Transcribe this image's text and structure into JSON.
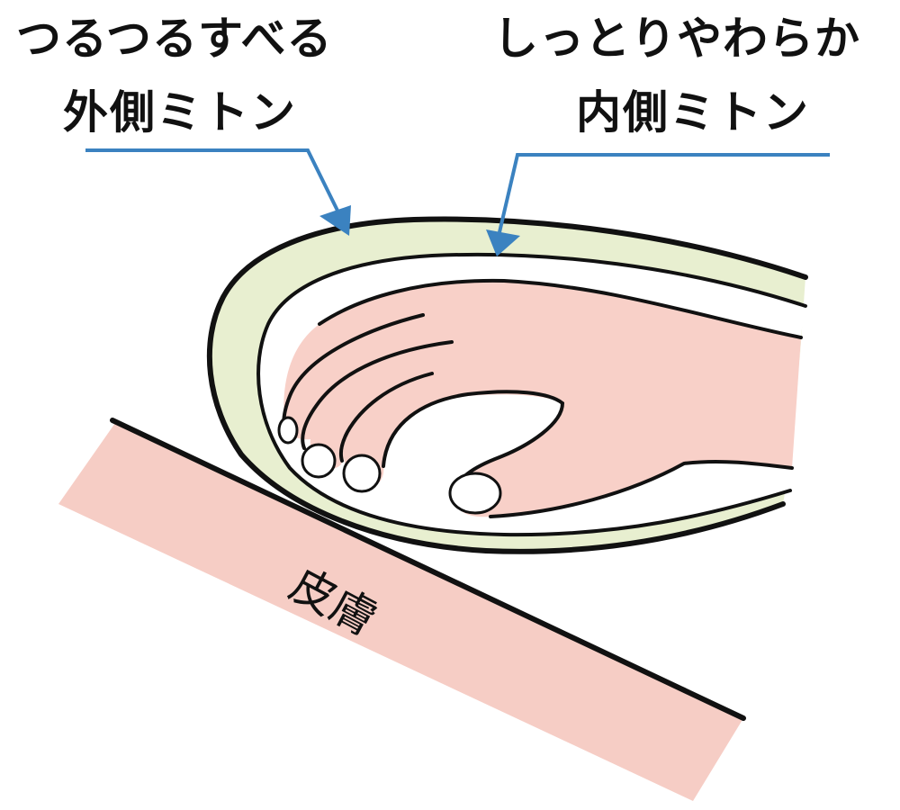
{
  "labels": {
    "outer": {
      "line1": "つるつるすべる",
      "line2": "外側ミトン"
    },
    "inner": {
      "line1": "しっとりやわらか",
      "line2": "内側ミトン"
    },
    "skin": "皮膚"
  },
  "colors": {
    "outer_mitten_fill": "#e8efd0",
    "inner_mitten_fill": "#ffffff",
    "hand_fill": "#f8d0c8",
    "skin_fill": "#f6cdc5",
    "arrow": "#3b82c0",
    "outline": "#111111"
  }
}
